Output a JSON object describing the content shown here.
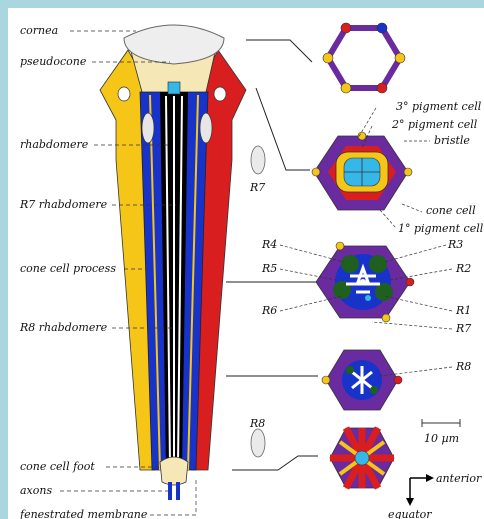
{
  "labels": {
    "cornea": "cornea",
    "pseudocone": "pseudocone",
    "rhabdomere": "rhabdomere",
    "r7_rhabdomere": "R7 rhabdomere",
    "cone_cell_process": "cone cell process",
    "r8_rhabdomere": "R8 rhabdomere",
    "cone_cell_foot": "cone cell foot",
    "axons": "axons",
    "fenestrated_membrane": "fenestrated membrane",
    "r7": "R7",
    "r8": "R8",
    "pigment3": "3° pigment cell",
    "pigment2": "2° pigment cell",
    "bristle": "bristle",
    "cone_cell": "cone cell",
    "pigment1": "1° pigment cell",
    "R1": "R1",
    "R2": "R2",
    "R3": "R3",
    "R4": "R4",
    "R5": "R5",
    "R6": "R6",
    "R7b": "R7",
    "R8b": "R8",
    "scale_bar": "10 µm",
    "anterior": "anterior",
    "equator": "equator"
  },
  "colors": {
    "red": "#d81e1e",
    "yellow": "#f5c518",
    "blue": "#1733c9",
    "purple": "#6a2aa0",
    "green": "#1f5f1f",
    "light_blue": "#35b7e8",
    "cream": "#f6e7b6",
    "black": "#000000",
    "frame": "#a9d6df"
  }
}
